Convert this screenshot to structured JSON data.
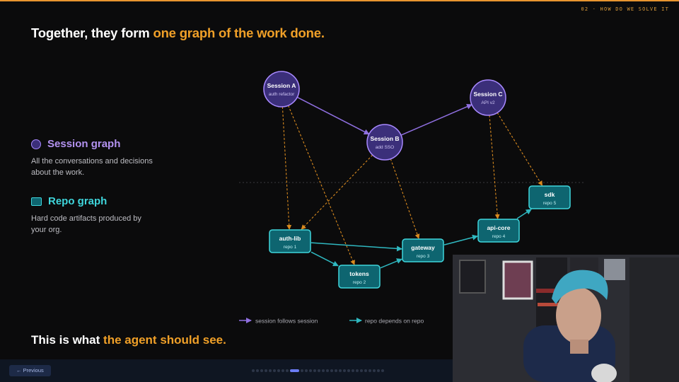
{
  "header": {
    "section_tag": "02 · HOW DO WE SOLVE IT",
    "headline_prefix": "Together, they form ",
    "headline_highlight": "one graph of the work done."
  },
  "legend": {
    "session": {
      "title": "Session graph",
      "description": "All the conversations and decisions about the work."
    },
    "repo": {
      "title": "Repo graph",
      "description": "Hard code artifacts produced by your org."
    }
  },
  "graph": {
    "sessions": [
      {
        "id": "A",
        "label": "Session A",
        "sub": "auth refactor"
      },
      {
        "id": "B",
        "label": "Session B",
        "sub": "add SSO"
      },
      {
        "id": "C",
        "label": "Session C",
        "sub": "API v2"
      }
    ],
    "repos": [
      {
        "id": "auth-lib",
        "label": "auth-lib",
        "sub": "repo 1"
      },
      {
        "id": "tokens",
        "label": "tokens",
        "sub": "repo 2"
      },
      {
        "id": "gateway",
        "label": "gateway",
        "sub": "repo 3"
      },
      {
        "id": "api-core",
        "label": "api-core",
        "sub": "repo 4"
      },
      {
        "id": "sdk",
        "label": "sdk",
        "sub": "repo 5"
      }
    ],
    "session_edges": [
      [
        "A",
        "B"
      ],
      [
        "B",
        "C"
      ]
    ],
    "repo_edges": [
      [
        "auth-lib",
        "gateway"
      ],
      [
        "auth-lib",
        "tokens"
      ],
      [
        "tokens",
        "gateway"
      ],
      [
        "gateway",
        "api-core"
      ],
      [
        "api-core",
        "sdk"
      ]
    ],
    "link_edges": [
      [
        "A",
        "auth-lib"
      ],
      [
        "A",
        "tokens"
      ],
      [
        "B",
        "auth-lib"
      ],
      [
        "B",
        "gateway"
      ],
      [
        "C",
        "api-core"
      ],
      [
        "C",
        "sdk"
      ]
    ],
    "edge_legend": {
      "session": "session follows session",
      "repo": "repo depends on repo"
    },
    "colors": {
      "session_fill": "#3b2f7a",
      "session_stroke": "#a889ff",
      "repo_fill": "#0e6570",
      "repo_stroke": "#3fd6dc",
      "session_edge": "#8f6fe0",
      "repo_edge": "#2fb8c0",
      "link_edge": "#d98a1f"
    }
  },
  "footer": {
    "prefix": "This is what ",
    "highlight": "the agent should see."
  },
  "nav": {
    "previous_label": "← Previous",
    "slide_count": 30,
    "current_slide": 10
  }
}
